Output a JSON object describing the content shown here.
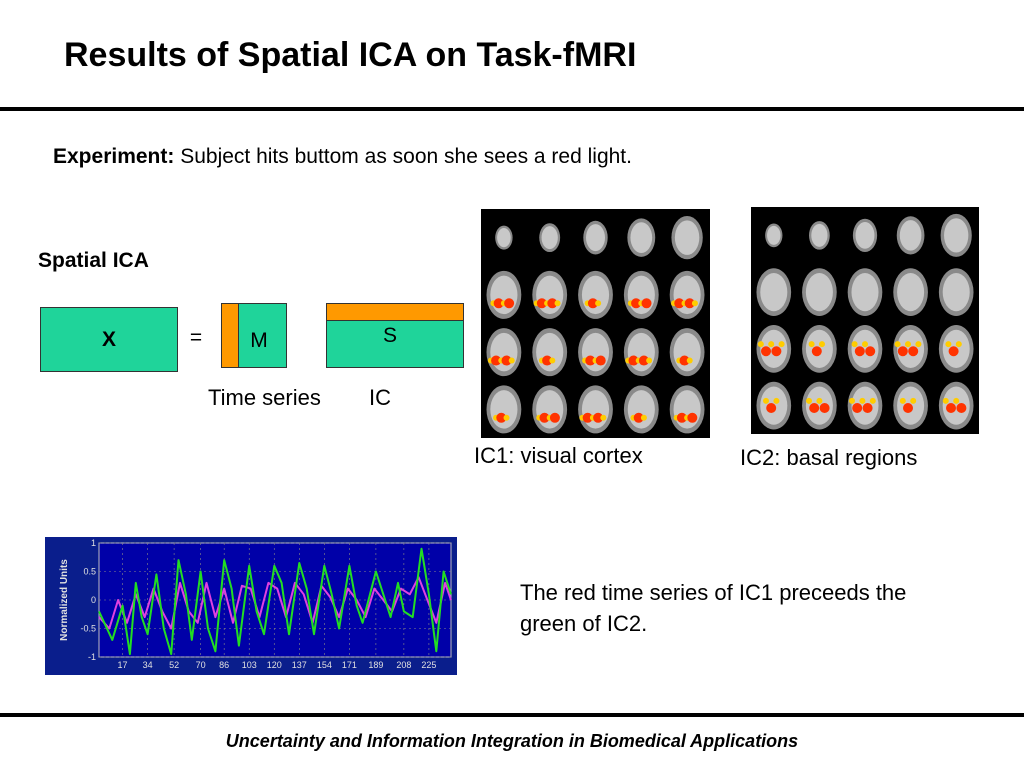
{
  "slide": {
    "title": "Results of Spatial ICA on Task-fMRI",
    "experiment_label": "Experiment:",
    "experiment_text": " Subject hits buttom as soon she sees a red light.",
    "footer": "Uncertainty and Information Integration in Biomedical Applications"
  },
  "equation": {
    "heading": "Spatial ICA",
    "x_label": "X",
    "equals": "=",
    "m_label": "M",
    "s_label": "S",
    "time_series_label": "Time series",
    "ic_label": "IC"
  },
  "figures": {
    "ic1_caption": "IC1: visual cortex",
    "ic2_caption": "IC2: basal regions",
    "note": "The red time series of IC1 preceeds the green of IC2."
  },
  "colors": {
    "matrix_green": "#1fd49a",
    "matrix_orange": "#ff9900",
    "chart_bg": "#0a1e8c",
    "series_green": "#22dd22",
    "series_magenta": "#e040e0"
  },
  "chart_data": {
    "type": "line",
    "ylabel": "Normalized Units",
    "yticks": [
      "1",
      "0.5",
      "0",
      "-0.5",
      "-1"
    ],
    "ylim": [
      -1,
      1
    ],
    "xticks": [
      "17",
      "34",
      "52",
      "70",
      "86",
      "103",
      "120",
      "137",
      "154",
      "171",
      "189",
      "208",
      "225"
    ],
    "xlim": [
      1,
      240
    ],
    "series": [
      {
        "color": "#22dd22",
        "values": [
          [
            1,
            -0.2
          ],
          [
            10,
            -0.7
          ],
          [
            17,
            -0.1
          ],
          [
            22,
            -0.95
          ],
          [
            26,
            0.3
          ],
          [
            30,
            -0.3
          ],
          [
            34,
            -0.6
          ],
          [
            40,
            0.45
          ],
          [
            45,
            -0.5
          ],
          [
            50,
            -0.95
          ],
          [
            55,
            0.7
          ],
          [
            60,
            0.1
          ],
          [
            64,
            -0.7
          ],
          [
            70,
            0.5
          ],
          [
            75,
            -0.5
          ],
          [
            80,
            -0.9
          ],
          [
            86,
            0.7
          ],
          [
            91,
            0.2
          ],
          [
            96,
            -0.8
          ],
          [
            103,
            0.6
          ],
          [
            108,
            -0.2
          ],
          [
            113,
            -0.6
          ],
          [
            120,
            0.6
          ],
          [
            125,
            0.3
          ],
          [
            130,
            -0.6
          ],
          [
            137,
            0.65
          ],
          [
            142,
            0.2
          ],
          [
            147,
            -0.6
          ],
          [
            154,
            0.6
          ],
          [
            159,
            0.1
          ],
          [
            164,
            -0.5
          ],
          [
            171,
            0.6
          ],
          [
            176,
            -0.1
          ],
          [
            180,
            -0.4
          ],
          [
            189,
            0.5
          ],
          [
            194,
            0.1
          ],
          [
            199,
            -0.3
          ],
          [
            204,
            0.3
          ],
          [
            208,
            -0.2
          ],
          [
            214,
            -0.3
          ],
          [
            220,
            0.9
          ],
          [
            225,
            0.1
          ],
          [
            230,
            -0.9
          ],
          [
            235,
            0.5
          ],
          [
            240,
            0.1
          ]
        ]
      },
      {
        "color": "#e040e0",
        "values": [
          [
            1,
            -0.3
          ],
          [
            8,
            -0.5
          ],
          [
            14,
            0.0
          ],
          [
            20,
            -0.4
          ],
          [
            26,
            0.1
          ],
          [
            32,
            -0.3
          ],
          [
            38,
            0.2
          ],
          [
            44,
            -0.2
          ],
          [
            50,
            -0.5
          ],
          [
            56,
            0.3
          ],
          [
            62,
            -0.2
          ],
          [
            68,
            -0.4
          ],
          [
            74,
            0.3
          ],
          [
            80,
            -0.3
          ],
          [
            86,
            0.2
          ],
          [
            92,
            -0.4
          ],
          [
            98,
            0.25
          ],
          [
            104,
            0.2
          ],
          [
            110,
            -0.3
          ],
          [
            116,
            0.3
          ],
          [
            122,
            0.2
          ],
          [
            128,
            -0.3
          ],
          [
            134,
            0.3
          ],
          [
            140,
            0.1
          ],
          [
            146,
            -0.4
          ],
          [
            152,
            0.25
          ],
          [
            158,
            0.05
          ],
          [
            164,
            -0.3
          ],
          [
            170,
            0.2
          ],
          [
            176,
            0.0
          ],
          [
            182,
            -0.3
          ],
          [
            188,
            0.2
          ],
          [
            194,
            0.0
          ],
          [
            200,
            -0.2
          ],
          [
            206,
            0.2
          ],
          [
            212,
            0.1
          ],
          [
            218,
            0.4
          ],
          [
            224,
            0.0
          ],
          [
            230,
            -0.4
          ],
          [
            236,
            0.3
          ],
          [
            240,
            0.0
          ]
        ]
      }
    ]
  }
}
